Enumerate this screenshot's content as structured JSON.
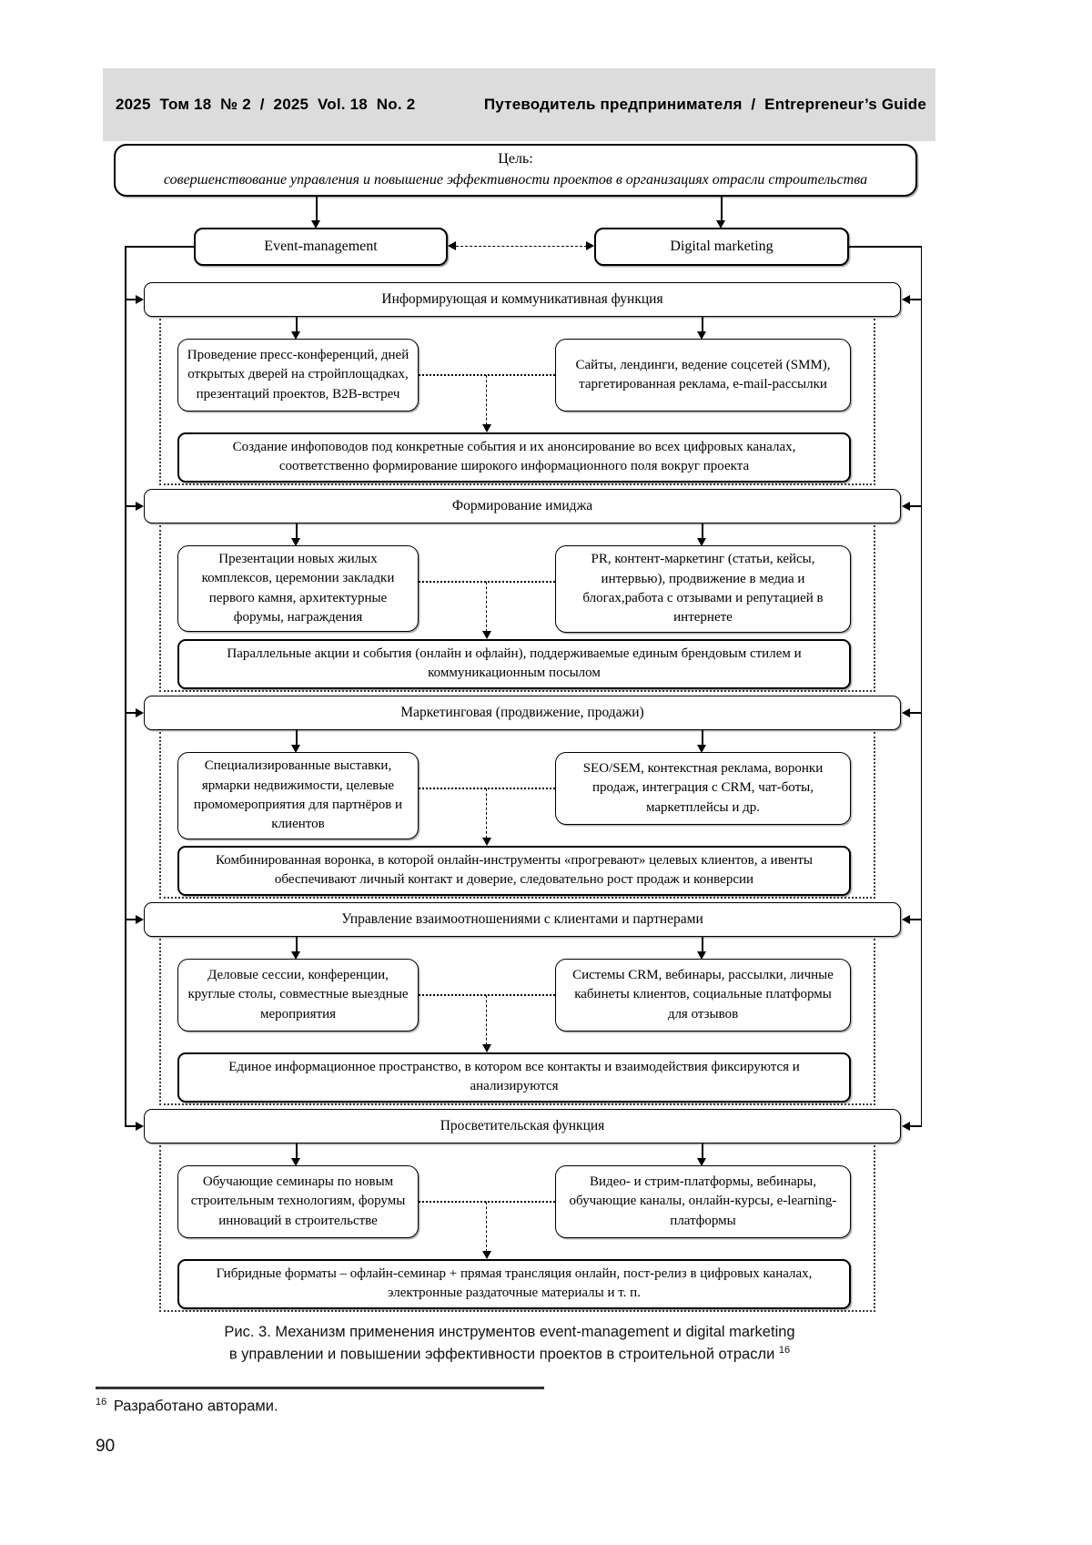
{
  "colors": {
    "header_band": "#dcdcdc",
    "ink": "#000000"
  },
  "header": {
    "left": "2025  Том 18  № 2  /  2025  Vol. 18  No. 2",
    "right": "Путеводитель предпринимателя  /  Entrepreneur’s Guide"
  },
  "figure": {
    "goal_label": "Цель:",
    "goal_text": "совершенствование управления и повышение эффективности проектов в организациях отрасли строительства",
    "left_column": "Event-management",
    "right_column": "Digital marketing",
    "sections": [
      {
        "title": "Информирующая и коммуникативная функция",
        "event_tools": "Проведение пресс-конференций, дней открытых дверей на стройплощадках, презентаций проектов, B2B-встреч",
        "digital_tools": "Сайты, лендинги, ведение соцсетей (SMM), таргетированная реклама, e-mail-рассылки",
        "synergy": "Создание инфоповодов под конкретные события и их анонсирование во всех цифровых каналах, соответственно формирование широкого информационного поля вокруг проекта"
      },
      {
        "title": "Формирование имиджа",
        "event_tools": "Презентации новых жилых комплексов, церемонии закладки первого камня, архитектурные форумы, награждения",
        "digital_tools": "PR, контент-маркетинг (статьи, кейсы, интервью), продвижение в медиа и блогах,работа с отзывами и репутацией в интернете",
        "synergy": "Параллельные акции и события (онлайн и офлайн), поддерживаемые единым брендовым стилем и коммуникационным посылом"
      },
      {
        "title": "Маркетинговая (продвижение, продажи)",
        "event_tools": "Специализированные выставки, ярмарки недвижимости, целевые промомероприятия для партнёров и клиентов",
        "digital_tools": "SEO/SEM, контекстная реклама, воронки продаж, интеграция с CRM, чат-боты, маркетплейсы и др.",
        "synergy": "Комбинированная воронка, в которой онлайн-инструменты «прогревают» целевых клиентов, а ивенты обеспечивают личный контакт и доверие, следовательно рост продаж и конверсии"
      },
      {
        "title": "Управление взаимоотношениями с клиентами и партнерами",
        "event_tools": "Деловые сессии, конференции, круглые столы, совместные выездные мероприятия",
        "digital_tools": "Системы CRM, вебинары, рассылки, личные кабинеты клиентов, социальные платформы для отзывов",
        "synergy": "Единое информационное пространство, в котором все контакты и взаимодействия фиксируются и анализируются"
      },
      {
        "title": "Просветительская функция",
        "event_tools": "Обучающие семинары по новым строительным технологиям, форумы инноваций в строительстве",
        "digital_tools": "Видео- и стрим-платформы, вебинары, обучающие каналы, онлайн-курсы, e-learning-платформы",
        "synergy": "Гибридные форматы – офлайн-семинар + прямая трансляция онлайн, пост-релиз в цифровых каналах, электронные раздаточные материалы и т. п."
      }
    ],
    "caption_line1": "Рис. 3. Механизм применения инструментов event-management и digital marketing",
    "caption_line2": "в управлении и повышении эффективности проектов в строительной отрасли",
    "caption_note_ref": "16"
  },
  "footnote": {
    "marker": "16",
    "text": "Разработано авторами."
  },
  "page_number": "90"
}
